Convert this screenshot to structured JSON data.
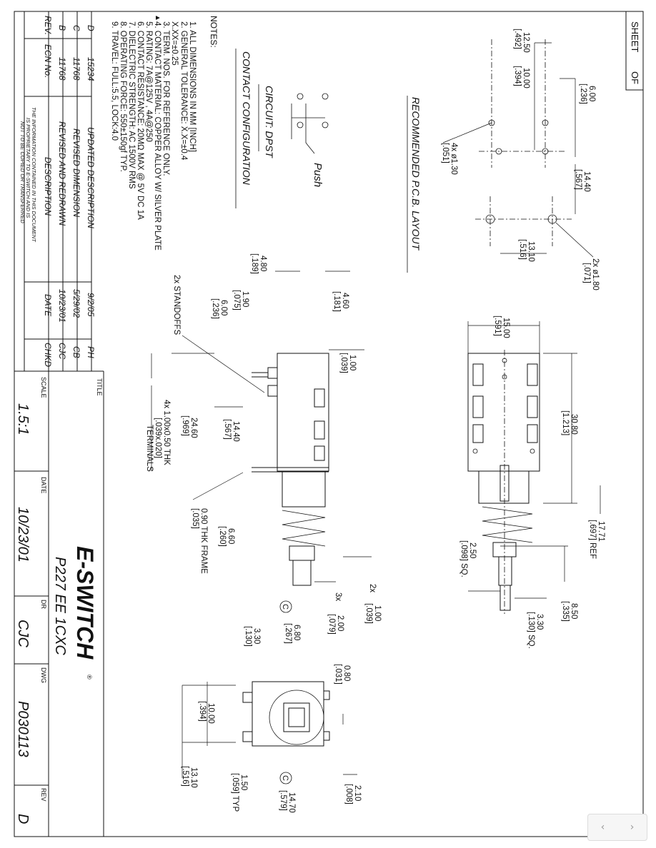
{
  "sheet": {
    "label_sheet": "SHEET",
    "label_of": "OF"
  },
  "notes": {
    "heading": "NOTES:",
    "lines": [
      "1.  ALL DIMENSIONS IN MM [INCH]",
      "2.  GENERAL TOLERANCE: X.X=±0.4",
      "                                      X.XX=±0.25",
      "3.  TERM. NOS. FOR REFERENCE ONLY.",
      "4.  CONTACT MATERIAL: COPPER ALLOY W/ SILVER PLATE",
      "5.  RATING: 7A@125V , 4A@250",
      "6.  CONTACT RESISTANCE: 20MΩ MAX @ 5V DC 1A",
      "7.  DIELECTRIC STRENGTH: AC 1500V RMS",
      "8.  OPERATING FORCE: 550±150gf TYP.",
      "9.  TRAVEL: FULL:5.5,  LOCK:4.0"
    ],
    "marker": "▲"
  },
  "headings": {
    "pcb_layout": "RECOMMENDED P.C.B. LAYOUT",
    "circuit": "CIRCUIT: DPST",
    "contact_config": "CONTACT CONFIGURATION",
    "push": "Push"
  },
  "revisions": {
    "columns": [
      "REV.",
      "ECN No.",
      "DESCRIPTION",
      "DATE",
      "CHKD"
    ],
    "rows": [
      {
        "rev": "D",
        "ecn": "15234",
        "desc": "UPDATED DESCRIPTION",
        "date": "9/2/05",
        "chkd": "PH"
      },
      {
        "rev": "C",
        "ecn": "11768",
        "desc": "REVISED DIMENSION",
        "date": "5/29/02",
        "chkd": "CB"
      },
      {
        "rev": "B",
        "ecn": "11768",
        "desc": "REVISED AND REDRAWN",
        "date": "10/23/01",
        "chkd": "CJC"
      }
    ],
    "proprietary": [
      "THE INFORMATION CONTAINED IN THIS DOCUMENT",
      "IS PROPRIETARY TO E-SWITCH AND IS",
      "NOT TO BE COPIED OR TRANSFERRED"
    ]
  },
  "title_block": {
    "title_label": "TITLE",
    "title": "P227 EE 1CXC",
    "logo": "E-SWITCH",
    "scale_label": "SCALE",
    "scale": "1.5:1",
    "date_label": "DATE",
    "date": "10/23/01",
    "dr_label": "DR",
    "dr": "CJC",
    "dwg_label": "DWG",
    "dwg": "P030113",
    "rev_label": "REV",
    "rev": "D"
  },
  "dims_pcb": {
    "d1250": "12.50",
    "d1250i": "[.492]",
    "d1000": "10.00",
    "d1000i": "[.394]",
    "d600": "6.00",
    "d600i": "[.236]",
    "hole1": "4x ø1.30",
    "hole1i": "[.051]",
    "d1440": "14.40",
    "d1440i": "[.567]",
    "d1310": "13.10",
    "d1310i": "[.516]",
    "hole2": "2x ø1.80",
    "hole2i": "[.071]"
  },
  "dims_top": {
    "d1500": "15.00",
    "d1500i": "[.591]",
    "d3080": "30.80",
    "d3080i": "[1.213]",
    "d1771": "17.71",
    "d1771i": "[.697] REF",
    "d250": "2.50",
    "d250i": "[.098] SQ.",
    "d850": "8.50",
    "d850i": "[.335]",
    "d330": "3.30",
    "d330i": "[.130] SQ."
  },
  "dims_side": {
    "d460": "4.60",
    "d460i": "[.181]",
    "d480": "4.80",
    "d480i": "[.189]",
    "d190": "1.90",
    "d190i": "[.075]",
    "d600": "6.00",
    "d600i": "[.236]",
    "d100": "1.00",
    "d100i": "[.039]",
    "standoffs": "2x STANDOFFS",
    "d2460": "24.60",
    "d2460i": "[.969]",
    "d1440": "14.40",
    "d1440i": "[.567]",
    "terminals1": "4x  1.00x0.50 THK",
    "terminals2": "[.039x.020]",
    "terminals3": "TERMINALS",
    "d660": "6.60",
    "d660i": "[.260]",
    "frame": "0.90 THK FRAME",
    "framei": "[.035]",
    "n2x": "2x",
    "n3x": "3x"
  },
  "dims_end": {
    "d100": "1.00",
    "d100i": "[.039]",
    "d200": "2.00",
    "d200i": "[.079]",
    "d680": "6.80",
    "d680i": "[.267]",
    "d330": "3.30",
    "d330i": "[.130]",
    "circle_c": "C",
    "d080": "0.80",
    "d080i": "[.031]",
    "d1000": "10.00",
    "d1000i": "[.394]",
    "d1310": "13.10",
    "d1310i": "[.516]",
    "d150": "1.50",
    "d150i": "[.059] TYP",
    "d1470": "14.70",
    "d1470i": "[.579]",
    "d210": "2.10",
    "d210i": "[.008]"
  },
  "viewer": {
    "prev": "‹",
    "next": "›"
  }
}
